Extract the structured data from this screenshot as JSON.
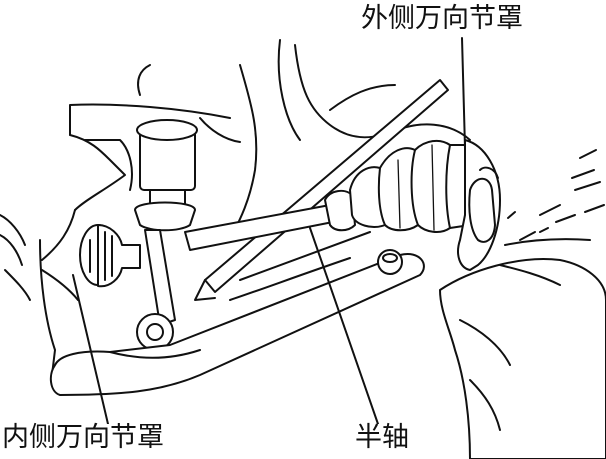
{
  "labels": {
    "outer_cv_boot": "外侧万向节罩",
    "inner_cv_boot": "内侧万向节罩",
    "half_shaft": "半轴"
  }
}
